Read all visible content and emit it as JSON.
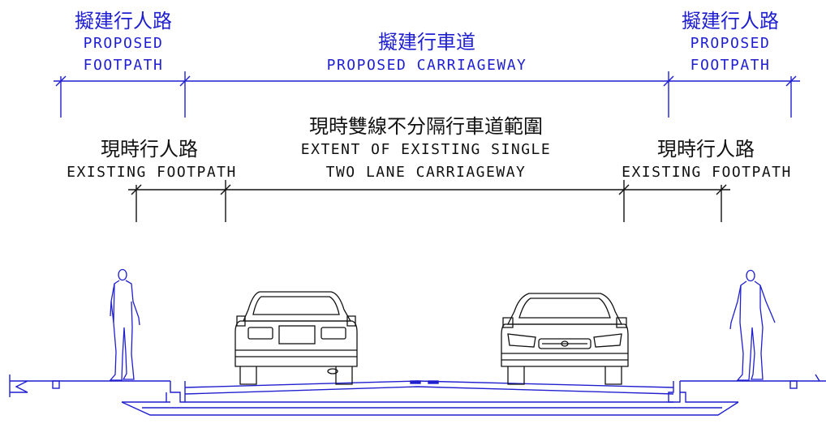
{
  "colors": {
    "proposed": "#1f1fd0",
    "existing": "#111111"
  },
  "proposed": {
    "footpath_left": {
      "zh": "擬建行人路",
      "en1": "PROPOSED",
      "en2": "FOOTPATH"
    },
    "carriageway": {
      "zh": "擬建行車道",
      "en": "PROPOSED CARRIAGEWAY"
    },
    "footpath_right": {
      "zh": "擬建行人路",
      "en1": "PROPOSED",
      "en2": "FOOTPATH"
    }
  },
  "existing": {
    "footpath_left": {
      "zh": "現時行人路",
      "en": "EXISTING FOOTPATH"
    },
    "carriageway": {
      "zh": "現時雙線不分隔行車道範圍",
      "en1": "EXTENT OF EXISTING SINGLE",
      "en2": "TWO LANE CARRIAGEWAY"
    },
    "footpath_right": {
      "zh": "現時行人路",
      "en": "EXISTING FOOTPATH"
    }
  },
  "icons": {
    "pedestrian_left": "pedestrian-icon",
    "pedestrian_right": "pedestrian-icon",
    "car_rear": "car-rear-icon",
    "car_front": "car-front-icon"
  }
}
